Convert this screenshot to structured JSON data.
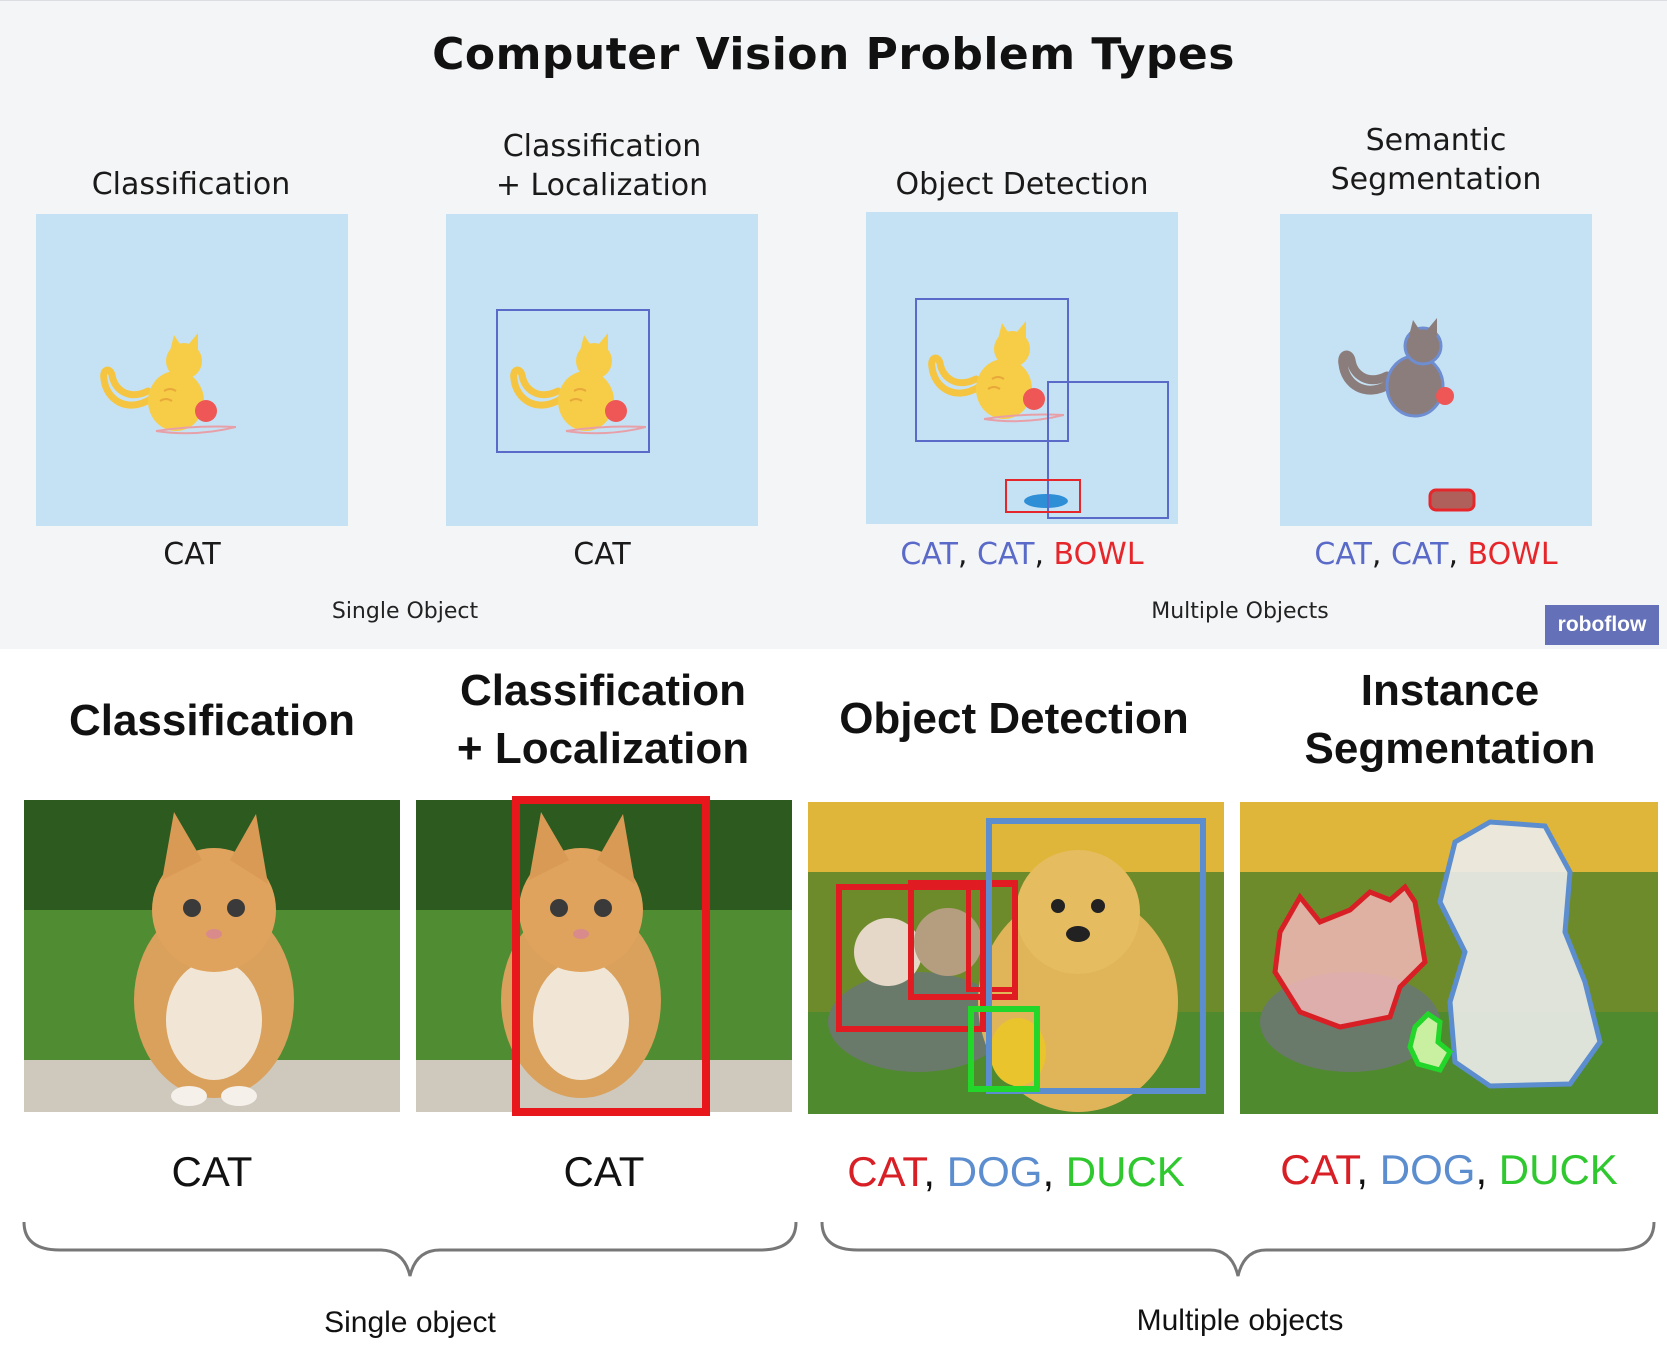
{
  "top": {
    "title": "Computer Vision Problem Types",
    "columns": [
      {
        "title_lines": [
          "Classification"
        ],
        "label": [
          {
            "text": "CAT",
            "color": "black"
          }
        ]
      },
      {
        "title_lines": [
          "Classification",
          "+ Localization"
        ],
        "label": [
          {
            "text": "CAT",
            "color": "black"
          }
        ]
      },
      {
        "title_lines": [
          "Object Detection"
        ],
        "label": [
          {
            "text": "CAT",
            "color": "blue"
          },
          {
            "text": ", ",
            "color": "black"
          },
          {
            "text": "CAT",
            "color": "blue"
          },
          {
            "text": ", ",
            "color": "black"
          },
          {
            "text": "BOWL",
            "color": "red"
          }
        ]
      },
      {
        "title_lines": [
          "Semantic",
          "Segmentation"
        ],
        "label": [
          {
            "text": "CAT",
            "color": "blue"
          },
          {
            "text": ", ",
            "color": "black"
          },
          {
            "text": "CAT",
            "color": "blue"
          },
          {
            "text": ", ",
            "color": "black"
          },
          {
            "text": "BOWL",
            "color": "red"
          }
        ]
      }
    ],
    "groups": {
      "single": "Single Object",
      "multiple": "Multiple Objects"
    },
    "brand": "roboflow"
  },
  "bottom": {
    "columns": [
      {
        "title_lines": [
          "Classification"
        ],
        "label": [
          {
            "text": "CAT",
            "color": "black"
          }
        ]
      },
      {
        "title_lines": [
          "Classification",
          "+ Localization"
        ],
        "label": [
          {
            "text": "CAT",
            "color": "black"
          }
        ]
      },
      {
        "title_lines": [
          "Object Detection"
        ],
        "label": [
          {
            "text": "CAT",
            "color": "red"
          },
          {
            "text": ", ",
            "color": "black"
          },
          {
            "text": "DOG",
            "color": "blue"
          },
          {
            "text": ", ",
            "color": "black"
          },
          {
            "text": "DUCK",
            "color": "green"
          }
        ]
      },
      {
        "title_lines": [
          "Instance",
          "Segmentation"
        ],
        "label": [
          {
            "text": "CAT",
            "color": "red"
          },
          {
            "text": ", ",
            "color": "black"
          },
          {
            "text": "DOG",
            "color": "blue"
          },
          {
            "text": ", ",
            "color": "black"
          },
          {
            "text": "DUCK",
            "color": "green"
          }
        ]
      }
    ],
    "groups": {
      "single": "Single object",
      "multiple": "Multiple objects"
    }
  },
  "colors": {
    "panel_bg": "#f4f5f7",
    "canvas_bg": "#c5e2f5",
    "box_blue": "#5a6ac8",
    "box_red": "#e5272b",
    "det_green": "#2fc92f",
    "brand_bg": "#6470b7"
  }
}
